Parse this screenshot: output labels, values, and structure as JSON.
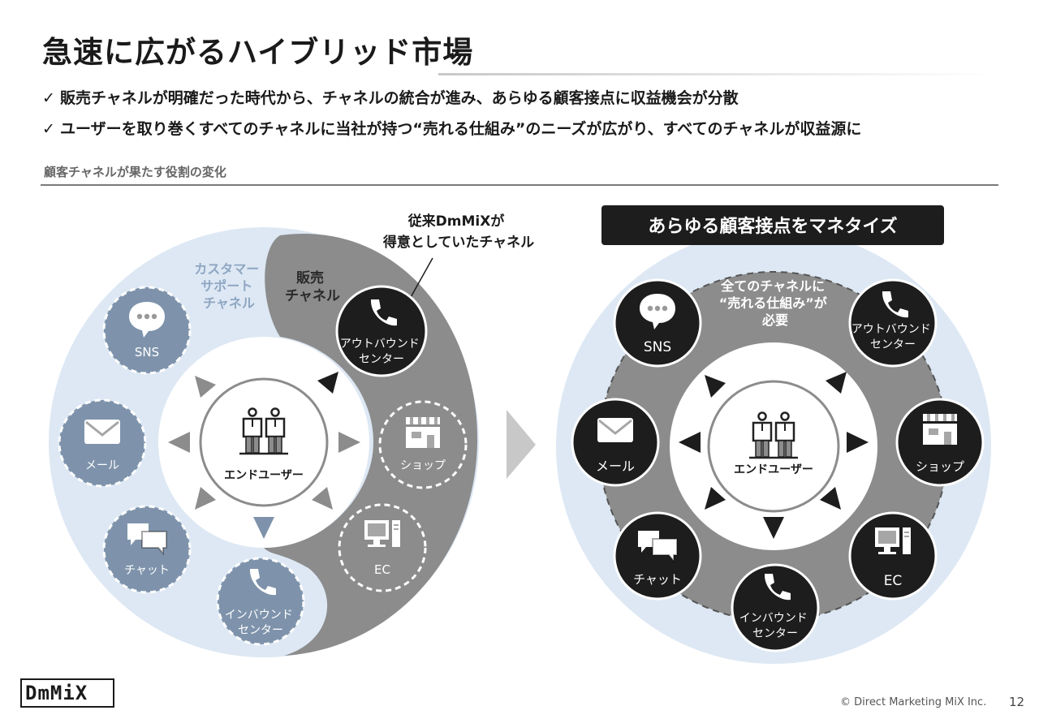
{
  "header": {
    "title": "急速に広がるハイブリッド市場",
    "bullets": [
      "販売チャネルが明確だった時代から、チャネルの統合が進み、あらゆる顧客接点に収益機会が分散",
      "ユーザーを取り巻くすべてのチャネルに当社が持つ“売れる仕組み”のニーズが広がり、すべてのチャネルが収益源に"
    ],
    "check_mark": "✓",
    "section_heading": "顧客チャネルが果たす役割の変化"
  },
  "left_diagram": {
    "support_label": [
      "カスタマー",
      "サポート",
      "チャネル"
    ],
    "sales_label": [
      "販売",
      "チャネル"
    ],
    "callout": [
      "従来DmMiXが",
      "得意としていたチャネル"
    ],
    "center": "エンドユーザー",
    "channels": {
      "sns": "SNS",
      "mail": "メール",
      "chat": "チャット",
      "inbound": [
        "インバウンド",
        "センター"
      ],
      "outbound": [
        "アウトバウンド",
        "センター"
      ],
      "shop": "ショップ",
      "ec": "EC"
    }
  },
  "right_diagram": {
    "banner": "あらゆる顧客接点をマネタイズ",
    "needs": [
      "全てのチャネルに",
      "“売れる仕組み”が",
      "必要"
    ],
    "center": "エンドユーザー",
    "channels": {
      "sns": "SNS",
      "mail": "メール",
      "chat": "チャット",
      "inbound": [
        "インバウンド",
        "センター"
      ],
      "outbound": [
        "アウトバウンド",
        "センター"
      ],
      "shop": "ショップ",
      "ec": "EC"
    }
  },
  "footer": {
    "logo": "DmMiX",
    "copyright": "© Direct Marketing MiX Inc.",
    "page": "12"
  },
  "colors": {
    "light_blue": "#dde8f4",
    "slate": "#7e93ab",
    "gray": "#8c8c8c",
    "dark": "#1d1d1d",
    "arrow_gray": "#c8c8c8"
  }
}
